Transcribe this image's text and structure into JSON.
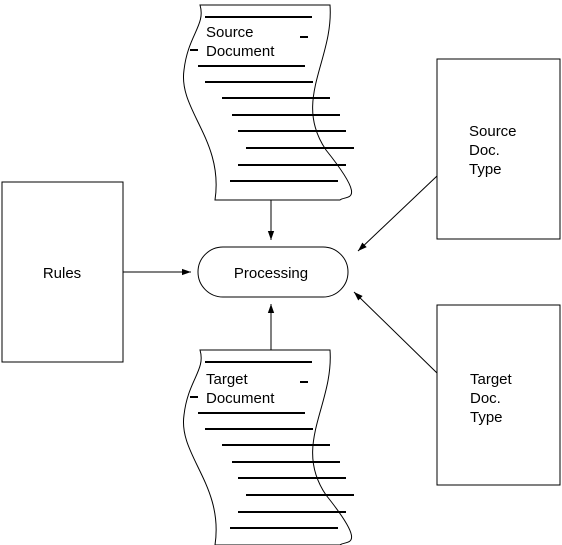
{
  "nodes": {
    "source_document": {
      "line1": "Source",
      "line2": "Document"
    },
    "target_document": {
      "line1": "Target",
      "line2": "Document"
    },
    "rules": {
      "label": "Rules"
    },
    "processing": {
      "label": "Processing"
    },
    "source_doc_type": {
      "line1": "Source",
      "line2": "Doc.",
      "line3": "Type"
    },
    "target_doc_type": {
      "line1": "Target",
      "line2": "Doc.",
      "line3": "Type"
    }
  },
  "edges": [
    {
      "from": "source_document",
      "to": "processing"
    },
    {
      "from": "target_document",
      "to": "processing"
    },
    {
      "from": "rules",
      "to": "processing"
    },
    {
      "from": "source_doc_type",
      "to": "processing"
    },
    {
      "from": "target_doc_type",
      "to": "processing"
    }
  ],
  "colors": {
    "stroke": "#000000",
    "background": "#ffffff"
  }
}
